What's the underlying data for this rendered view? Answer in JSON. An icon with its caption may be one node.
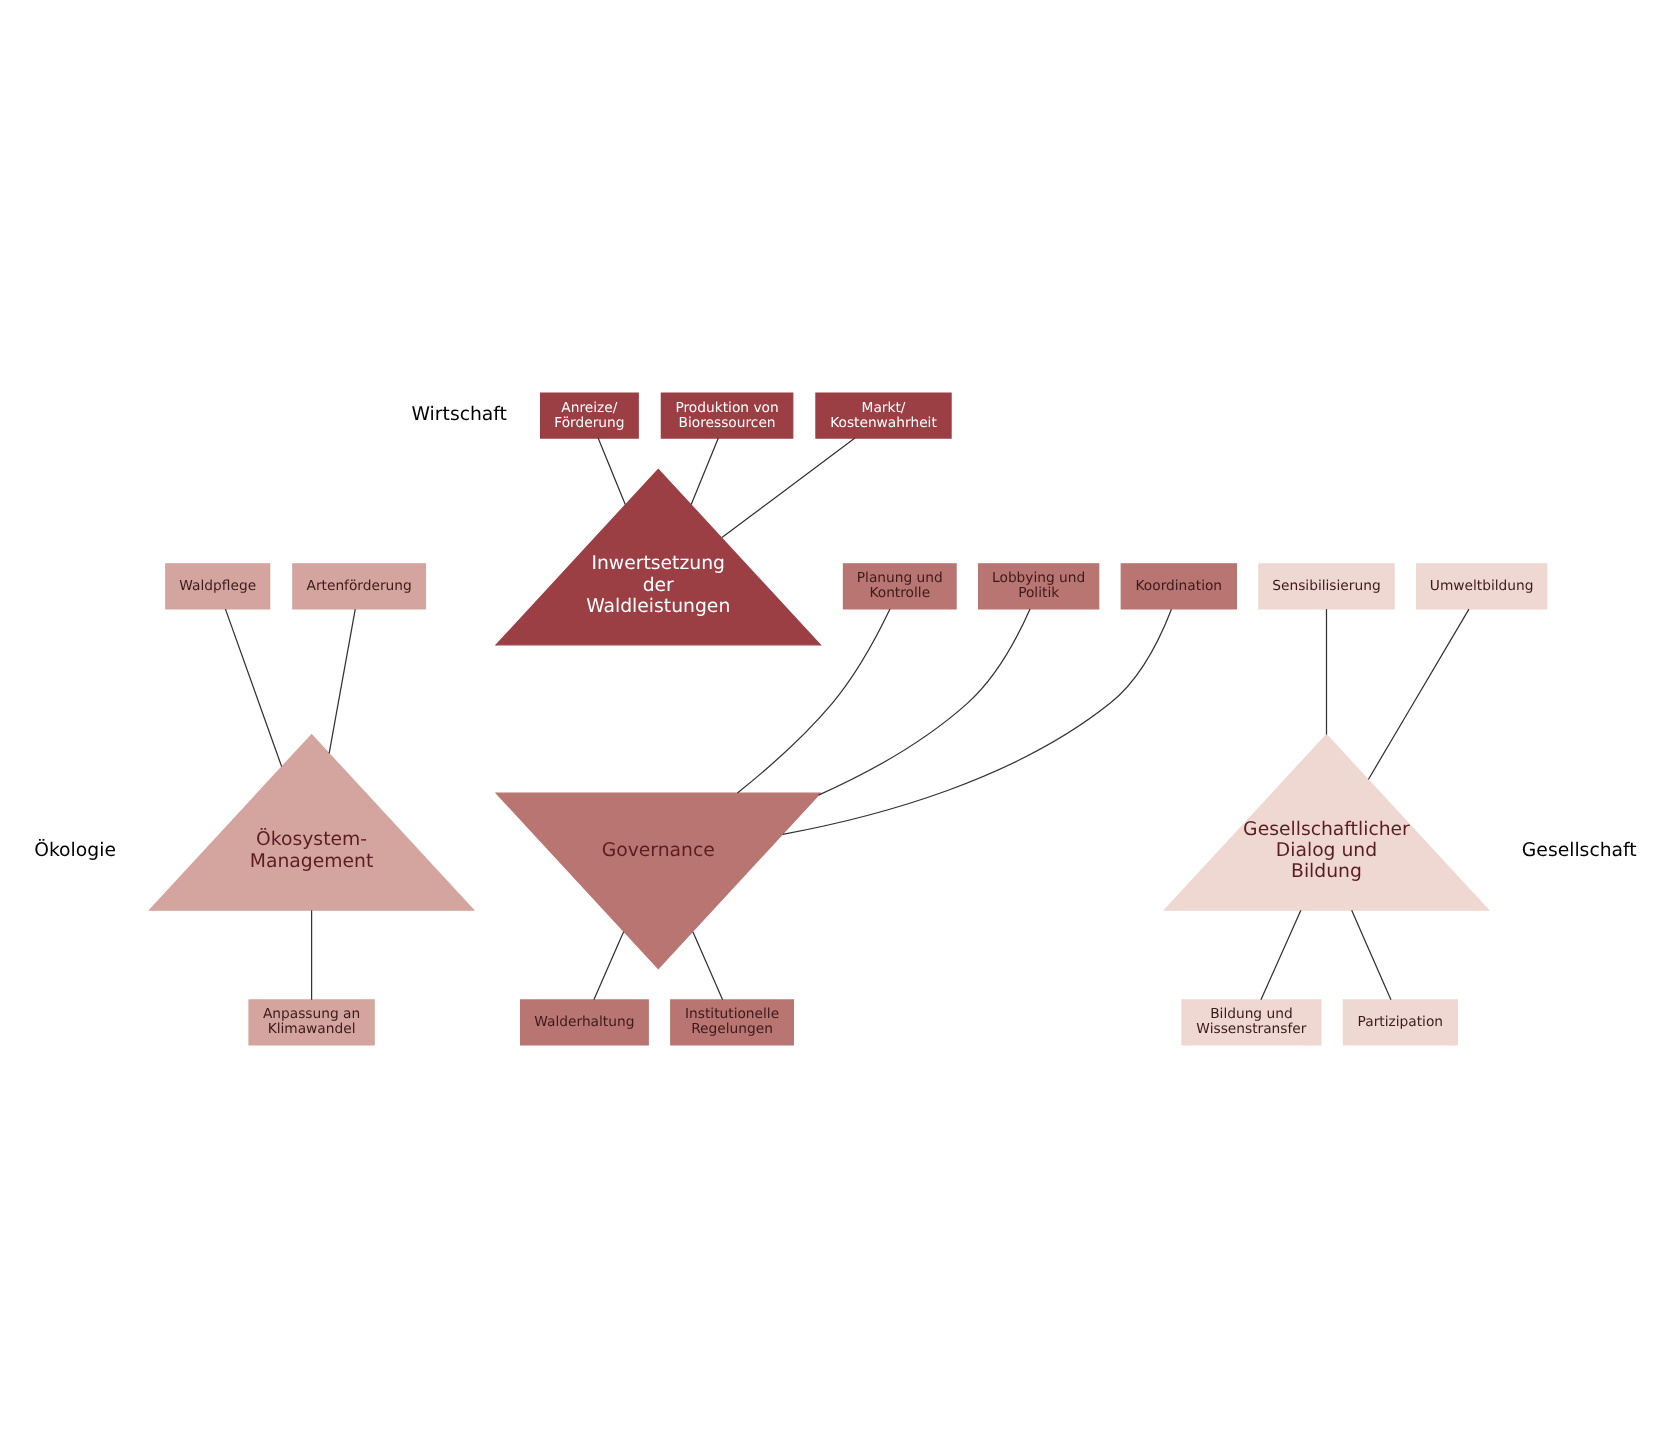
{
  "diagram": {
    "nodes": [
      {
        "text": [
          "Inwertsetzung der Waldleistungen"
        ]
      },
      {
        "text": [
          "Governance"
        ]
      },
      {
        "text": [
          "Ökosystem-Management"
        ]
      },
      {
        "text": [
          "Gesellschaftlicher Dialog und Bildung"
        ]
      },
      {
        "text": [
          "Anreize/ Förderung"
        ]
      },
      {
        "text": [
          "Produktion von Bioressourcen"
        ]
      },
      {
        "text": [
          "Markt/ Kostenwahrheit"
        ]
      },
      {
        "text": [
          "Planung und Kontrolle"
        ]
      },
      {
        "text": [
          "Lobbying und Politik"
        ]
      },
      {
        "text": [
          "Koordination"
        ]
      },
      {
        "text": [
          "Waldpflege"
        ]
      },
      {
        "text": [
          "Sensibilisierung"
        ]
      },
      {
        "text": [
          "Artenförderung"
        ]
      },
      {
        "text": [
          "Umweltbildung"
        ]
      },
      {
        "text": [
          "Anpassung an Klimawandel"
        ]
      },
      {
        "text": [
          "Institutionelle Regelungen"
        ]
      },
      {
        "text": [
          "Walderhaltung"
        ]
      },
      {
        "text": [
          "Partizipation"
        ]
      },
      {
        "text": [
          "Bildung und Wissenstransfer"
        ]
      }
    ],
    "edges": [
      {
        "from": 4,
        "to": 0,
        "arrow": "none"
      },
      {
        "from": 5,
        "to": 0,
        "arrow": "none"
      },
      {
        "from": 6,
        "to": 0,
        "arrow": "none"
      },
      {
        "from": 7,
        "to": 1,
        "arrow": "none"
      },
      {
        "from": 8,
        "to": 1,
        "arrow": "none"
      },
      {
        "from": 9,
        "to": 1,
        "arrow": "none"
      },
      {
        "from": 10,
        "to": 2,
        "arrow": "none"
      },
      {
        "from": 11,
        "to": 3,
        "arrow": "none"
      },
      {
        "from": 12,
        "to": 2,
        "arrow": "none"
      },
      {
        "from": 13,
        "to": 3,
        "arrow": "none"
      },
      {
        "from": 2,
        "to": 14,
        "arrow": "none"
      },
      {
        "from": 1,
        "to": 15,
        "arrow": "none"
      },
      {
        "from": 1,
        "to": 16,
        "arrow": "none"
      },
      {
        "from": 3,
        "to": 17,
        "arrow": "none"
      },
      {
        "from": 3,
        "to": 18,
        "arrow": "none"
      }
    ],
    "labels": [
      "Wirtschaft",
      "Ökologie",
      "Gesellschaft"
    ]
  }
}
